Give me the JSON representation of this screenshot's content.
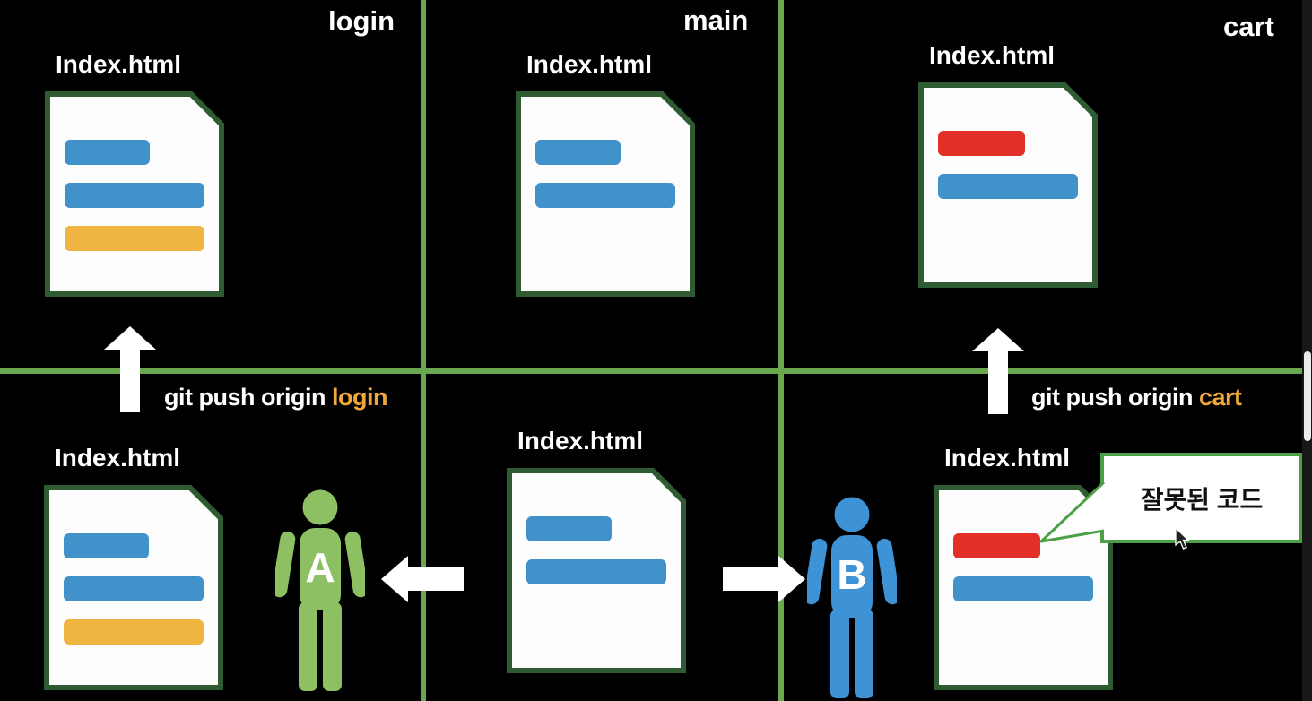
{
  "colors": {
    "background": "#000000",
    "grid_line": "#6aa84f",
    "doc_border": "#2e5b31",
    "doc_fill": "#fdfdfd",
    "bar_blue": "#4191cb",
    "bar_yellow": "#f0b441",
    "bar_red": "#e23028",
    "person_a_green": "#8cc063",
    "person_b_blue": "#3e92d6",
    "branch_highlight_orange": "#f0a83c",
    "callout_border_green": "#4c9f45",
    "arrow_white": "#ffffff"
  },
  "branches": [
    {
      "name": "login"
    },
    {
      "name": "main"
    },
    {
      "name": "cart"
    }
  ],
  "files": [
    {
      "label": "Index.html",
      "bars": [
        "blue-short",
        "blue-long",
        "yellow-long"
      ]
    },
    {
      "label": "Index.html",
      "bars": [
        "blue-short",
        "blue-long"
      ]
    },
    {
      "label": "Index.html",
      "bars": [
        "red-short",
        "blue-long"
      ]
    },
    {
      "label": "Index.html",
      "bars": [
        "blue-short",
        "blue-long",
        "yellow-long"
      ]
    },
    {
      "label": "Index.html",
      "bars": [
        "blue-short",
        "blue-long"
      ]
    },
    {
      "label": "Index.html",
      "bars": [
        "red-short",
        "blue-long"
      ]
    }
  ],
  "commands": [
    {
      "prefix": "git push origin ",
      "branch": "login"
    },
    {
      "prefix": "git push origin ",
      "branch": "cart"
    }
  ],
  "persons": [
    {
      "label": "A"
    },
    {
      "label": "B"
    }
  ],
  "callout": {
    "text": "잘못된 코드"
  }
}
